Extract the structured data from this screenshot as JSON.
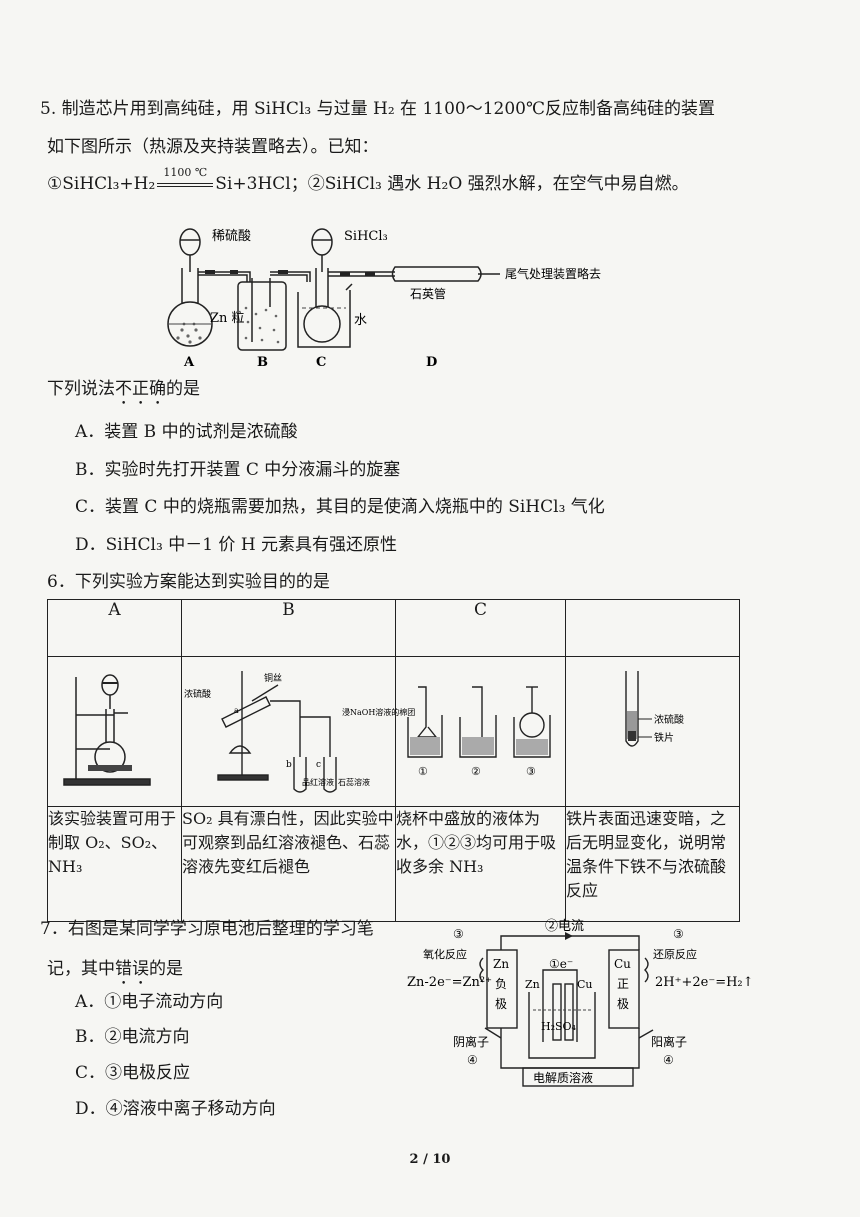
{
  "q5": {
    "stem_1": "5. 制造芯片用到高纯硅，用 SiHCl₃ 与过量 H₂ 在 1100～1200℃反应制备高纯硅的装置",
    "stem_2": "如下图所示（热源及夹持装置略去）。已知：",
    "known_1": "①SiHCl₃+H₂",
    "known_cond": "1100 ℃",
    "known_2": "Si+3HCl；②SiHCl₃ 遇水 H₂O 强烈水解，在空气中易自燃。",
    "figure": {
      "label_acid": "稀硫酸",
      "label_sihcl3": "SiHCl₃",
      "label_zn": "Zn 粒",
      "label_water": "水",
      "label_tube": "石英管",
      "label_tail": "尾气处理装置略去",
      "letters": [
        "A",
        "B",
        "C",
        "D"
      ]
    },
    "prompt_pre": "下列说法",
    "prompt_emph": "不正确",
    "prompt_post": "的是",
    "options": [
      "A．装置 B 中的试剂是浓硫酸",
      "B．实验时先打开装置 C 中分液漏斗的旋塞",
      "C．装置 C 中的烧瓶需要加热，其目的是使滴入烧瓶中的 SiHCl₃ 气化",
      "D．SiHCl₃ 中－1 价 H 元素具有强还原性"
    ]
  },
  "q6": {
    "stem": "6．下列实验方案能达到实验目的的是",
    "headers": [
      "A",
      "B",
      "C",
      ""
    ],
    "figB": {
      "copper": "铜丝",
      "conc_acid": "浓硫酸",
      "naoh": "浸NaOH溶液的棉团",
      "b": "b",
      "c": "c",
      "pinhong": "品红溶液",
      "shirui": "石蕊溶液",
      "a": "a"
    },
    "figC": {
      "n1": "①",
      "n2": "②",
      "n3": "③"
    },
    "figD": {
      "acid": "浓硫酸",
      "iron": "铁片"
    },
    "cells": [
      "该实验装置可用于制取 O₂、SO₂、NH₃",
      "SO₂ 具有漂白性，因此实验中可观察到品红溶液褪色、石蕊溶液先变红后褪色",
      "烧杯中盛放的液体为水，①②③均可用于吸收多余 NH₃",
      "铁片表面迅速变暗，之后无明显变化，说明常温条件下铁不与浓硫酸反应"
    ]
  },
  "q7": {
    "stem_1": "7．右图是某同学学习原电池后整理的学习笔",
    "stem_2_pre": "记，其中",
    "stem_2_emph": "错误",
    "stem_2_post": "的是",
    "options": [
      "A．①电子流动方向",
      "B．②电流方向",
      "C．③电极反应",
      "D．④溶液中离子移动方向"
    ],
    "figure": {
      "current": "②电流",
      "electron": "①e⁻",
      "zn_box": [
        "Zn",
        "负",
        "极"
      ],
      "cu_box": [
        "Cu",
        "正",
        "极"
      ],
      "ox_num": "③",
      "ox_label": "氧化反应",
      "red_num": "③",
      "red_label": "还原反应",
      "zn_eq": "Zn-2e⁻=Zn²⁺",
      "cu_eq": "2H⁺+2e⁻=H₂↑",
      "zn_label": "Zn",
      "cu_label": "Cu",
      "h2so4": "H₂SO₄",
      "anion": "阴离子",
      "anion_num": "④",
      "cation": "阳离子",
      "cation_num": "④",
      "electrolyte": "电解质溶液"
    }
  },
  "page_number": "2 / 10"
}
